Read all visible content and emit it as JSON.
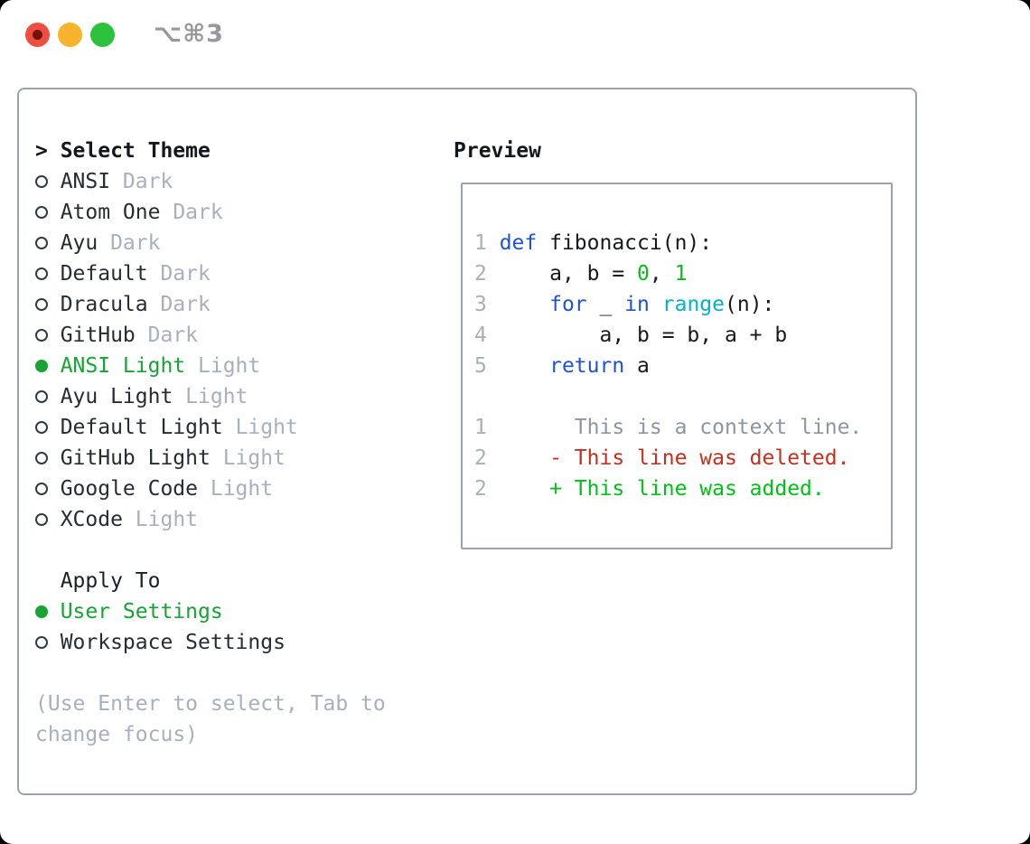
{
  "window": {
    "title": "⌥⌘3"
  },
  "colors": {
    "traffic_red": "#ee4d40",
    "traffic_yellow": "#f7b32b",
    "traffic_green": "#2dc23d",
    "border": "#99a3ae",
    "muted": "#a7b0bd",
    "selection_green": "#16a434",
    "keyword_blue": "#2052d4",
    "builtin_cyan": "#00b4c6",
    "number_green": "#0bbb1e",
    "diff_red": "#c5301c",
    "diff_add_green": "#00c214"
  },
  "panel": {
    "select_theme": {
      "prompt": ">",
      "label": "Select Theme"
    },
    "themes": [
      {
        "name": "ANSI",
        "tag": "Dark",
        "selected": false
      },
      {
        "name": "Atom One",
        "tag": "Dark",
        "selected": false
      },
      {
        "name": "Ayu",
        "tag": "Dark",
        "selected": false
      },
      {
        "name": "Default",
        "tag": "Dark",
        "selected": false
      },
      {
        "name": "Dracula",
        "tag": "Dark",
        "selected": false
      },
      {
        "name": "GitHub",
        "tag": "Dark",
        "selected": false
      },
      {
        "name": "ANSI Light",
        "tag": "Light",
        "selected": true
      },
      {
        "name": "Ayu Light",
        "tag": "Light",
        "selected": false
      },
      {
        "name": "Default Light",
        "tag": "Light",
        "selected": false
      },
      {
        "name": "GitHub Light",
        "tag": "Light",
        "selected": false
      },
      {
        "name": "Google Code",
        "tag": "Light",
        "selected": false
      },
      {
        "name": "XCode",
        "tag": "Light",
        "selected": false
      }
    ],
    "apply_to": {
      "label": "Apply To",
      "options": [
        {
          "name": "User Settings",
          "selected": true
        },
        {
          "name": "Workspace Settings",
          "selected": false
        }
      ]
    },
    "help": [
      "(Use Enter to select, Tab to",
      "change focus)"
    ]
  },
  "preview": {
    "label": "Preview",
    "lines": [
      {
        "num": "1 ",
        "tokens": [
          {
            "c": "kw",
            "t": "def"
          },
          {
            "c": "pl",
            "t": " fibonacci(n):"
          }
        ]
      },
      {
        "num": "2 ",
        "tokens": [
          {
            "c": "pl",
            "t": "    a, b = "
          },
          {
            "c": "num",
            "t": "0"
          },
          {
            "c": "pl",
            "t": ", "
          },
          {
            "c": "num",
            "t": "1"
          }
        ]
      },
      {
        "num": "3 ",
        "tokens": [
          {
            "c": "pl",
            "t": "    "
          },
          {
            "c": "kw",
            "t": "for"
          },
          {
            "c": "pl",
            "t": " _ "
          },
          {
            "c": "kw",
            "t": "in"
          },
          {
            "c": "pl",
            "t": " "
          },
          {
            "c": "bi",
            "t": "range"
          },
          {
            "c": "pl",
            "t": "(n):"
          }
        ]
      },
      {
        "num": "4 ",
        "tokens": [
          {
            "c": "pl",
            "t": "        a, b = b, a + b"
          }
        ]
      },
      {
        "num": "5 ",
        "tokens": [
          {
            "c": "pl",
            "t": "    "
          },
          {
            "c": "kw",
            "t": "return"
          },
          {
            "c": "pl",
            "t": " a"
          }
        ]
      },
      {
        "num": "",
        "tokens": []
      },
      {
        "num": "1 ",
        "tokens": [
          {
            "c": "ctx",
            "t": "      This is a context line."
          }
        ]
      },
      {
        "num": "2 ",
        "tokens": [
          {
            "c": "del",
            "t": "    - This line was deleted."
          }
        ]
      },
      {
        "num": "2 ",
        "tokens": [
          {
            "c": "add",
            "t": "    + This line was added."
          }
        ]
      }
    ]
  }
}
